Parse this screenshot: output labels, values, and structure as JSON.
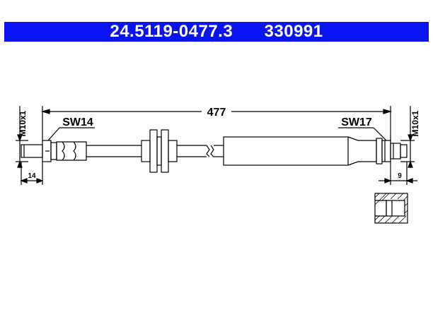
{
  "header": {
    "part_number": "24.5119-0477.3",
    "ref_number": "330991"
  },
  "dimensions": {
    "length": "477",
    "left_thread": "M10x1",
    "right_thread": "M10x1",
    "left_wrench": "SW14",
    "right_wrench": "SW17",
    "left_offset": "14",
    "right_offset": "9"
  }
}
